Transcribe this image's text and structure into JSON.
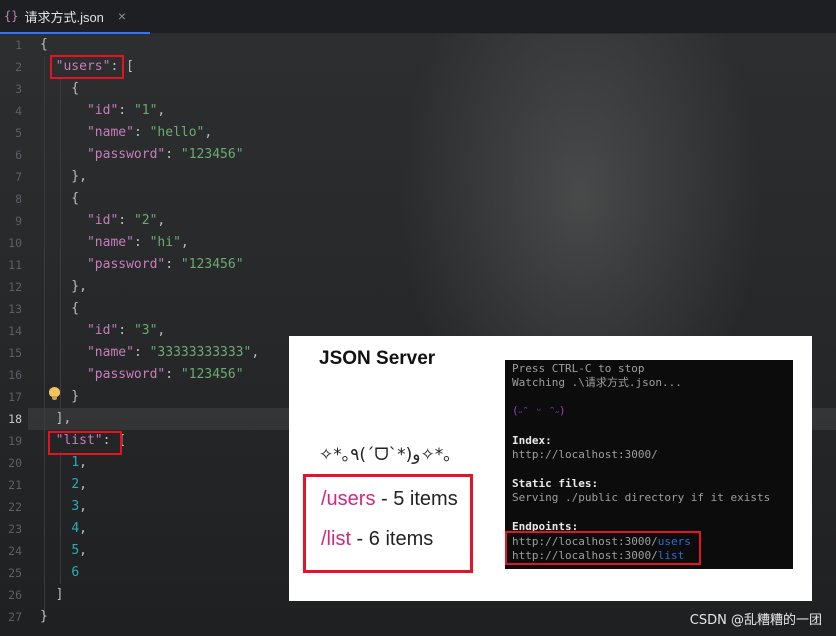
{
  "tab": {
    "icon": "{}",
    "filename": "请求方式.json",
    "close": "×"
  },
  "gutter": {
    "line_numbers": [
      "1",
      "2",
      "3",
      "4",
      "5",
      "6",
      "7",
      "8",
      "9",
      "10",
      "11",
      "12",
      "13",
      "14",
      "15",
      "16",
      "17",
      "18",
      "19",
      "20",
      "21",
      "22",
      "23",
      "24",
      "25",
      "26",
      "27"
    ],
    "current_line": "18"
  },
  "code": {
    "open_brace": "{",
    "users_key": "\"users\"",
    "colon_bracket": ": [",
    "users": [
      {
        "id_key": "\"id\"",
        "id": "\"1\"",
        "name_key": "\"name\"",
        "name": "\"hello\"",
        "password_key": "\"password\"",
        "password": "\"123456\""
      },
      {
        "id_key": "\"id\"",
        "id": "\"2\"",
        "name_key": "\"name\"",
        "name": "\"hi\"",
        "password_key": "\"password\"",
        "password": "\"123456\""
      },
      {
        "id_key": "\"id\"",
        "id": "\"3\"",
        "name_key": "\"name\"",
        "name": "\"33333333333\"",
        "password_key": "\"password\"",
        "password": "\"123456\""
      }
    ],
    "list_key": "\"list\"",
    "list": [
      "1",
      "2",
      "3",
      "4",
      "5",
      "6"
    ],
    "close_brace": "}"
  },
  "panel": {
    "title": "JSON Server",
    "kaomoji": "✧*｡٩(ˊᗜˋ*)و✧*｡",
    "endpoints": [
      {
        "route": "/users",
        "suffix": " - 5 items"
      },
      {
        "route": "/list",
        "suffix": " - 6 items"
      }
    ],
    "terminal": {
      "line1": "Press CTRL-C to stop",
      "line2": "Watching .\\请求方式.json...",
      "face": "(˶ᵔ ᵕ ᵔ˶)",
      "index_label": "Index:",
      "index_url": "http://localhost:3000/",
      "static_label": "Static files:",
      "static_text": "Serving ./public directory if it exists",
      "endpoints_label": "Endpoints:",
      "ep_base": "http://localhost:3000/",
      "ep1": "users",
      "ep2": "list"
    }
  },
  "watermark": "CSDN @乱糟糟的一团",
  "colors": {
    "keyword": "#c77dbb",
    "string": "#6aab73",
    "number": "#2aacb8",
    "highlight": "#e8121f",
    "accent": "#3574f0"
  }
}
